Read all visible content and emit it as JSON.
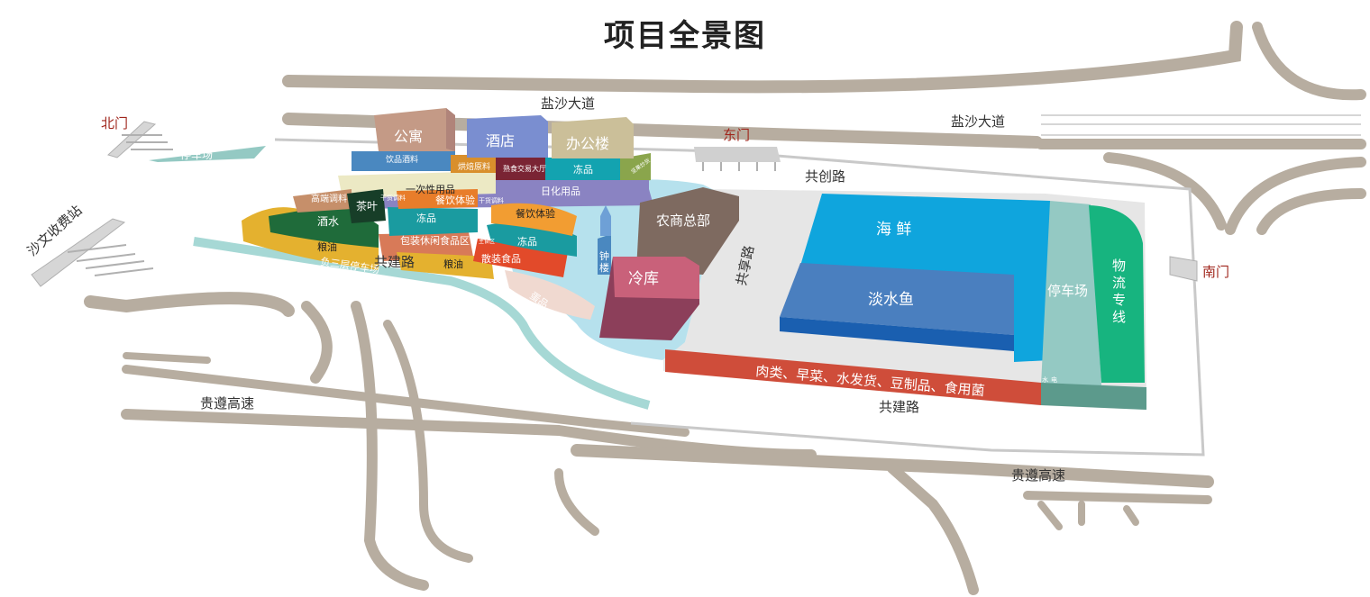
{
  "title": "项目全景图",
  "roads": {
    "yansha_avenue": "盐沙大道",
    "gongchuang_road": "共创路",
    "gongjian_road": "共建路",
    "gongxiang_road": "共享路",
    "guizun_expressway": "贵遵高速",
    "shawen_toll_station": "沙文收费站"
  },
  "gates": {
    "north": "北门",
    "east": "东门",
    "south": "南门"
  },
  "parking": {
    "north_lot": "停车场",
    "basement_lot": "负三层停车场",
    "east_lot": "停车场"
  },
  "buildings": {
    "apartment": "公寓",
    "hotel": "酒店",
    "office": "办公楼",
    "clock_tower": "钟楼",
    "cold_storage": "冷库",
    "agri_hq": "农商总部"
  },
  "zones": {
    "beverage_drinks": "饮品酒料",
    "baking_materials": "烘焙原料",
    "cooked_food_hall": "熟食交易大厅",
    "frozen_1": "冻品",
    "roasted_snacks": "坚果炒货",
    "disposables": "一次性用品",
    "daily_goods": "日化用品",
    "seasoning": "高端调料",
    "dry_goods_1": "干货调料",
    "dry_goods_2": "干货调料",
    "tea": "茶叶",
    "liquor": "酒水",
    "grain_oil_1": "粮油",
    "frozen_2": "冻品",
    "dining_1": "餐饮体验",
    "dining_2": "餐饮体验",
    "frozen_3": "冻品",
    "packaged_snacks": "包装休闲食品区",
    "grain_oil_2": "粮油",
    "bulk_food": "散装食品",
    "staple_food": "主食区",
    "eggs": "蛋品",
    "seafood": "海 鲜",
    "freshwater_fish": "淡水鱼",
    "logistics_line": "物流专线",
    "meat_veg_strip": "肉类、早菜、水发货、豆制品、食用菌",
    "water_tag": "水",
    "electric_tag": "电"
  },
  "colors": {
    "road": "#b7ada0",
    "seafood": "#0fa5dd",
    "freshwater": "#4a7fbf",
    "logistics": "#17b47f",
    "parking": "#94c9c3",
    "meat_strip": "#cf4d3a",
    "cold_storage": "#c9617a",
    "agri_hq": "#7e6a60",
    "water_area": "#b6e1ed"
  }
}
